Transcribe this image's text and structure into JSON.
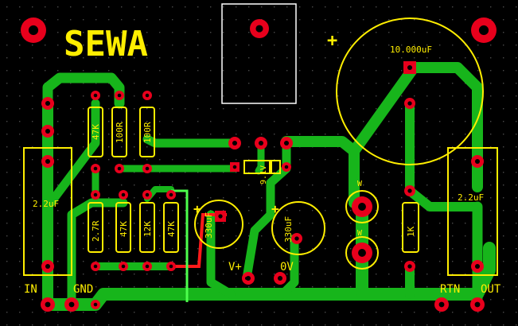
{
  "board": {
    "title": "SEWA",
    "colors": {
      "background": "#000000",
      "grid_dot": "#4a4a4a",
      "trace": "#17b51b",
      "trace_dark": "#0c6d10",
      "silkscreen": "#ffee00",
      "pad": "#e8001c",
      "pad_hole": "#000000",
      "wire_red": "#ff1a1a",
      "wire_green": "#4dff4d",
      "component_outline": "#ffffff"
    }
  },
  "labels": {
    "in": "IN",
    "gnd": "GND",
    "rtn": "RTN",
    "out": "OUT",
    "v_plus": "V+",
    "zero_v": "0V",
    "plus_big": "+",
    "plus_c1": "+",
    "plus_c2": "+"
  },
  "components": {
    "c_in": "2.2uF",
    "c_out": "2.2uF",
    "c_bulk": "10.000uF",
    "r1": "47K",
    "r2": "100R",
    "r3": "100R",
    "r4": "2.7R",
    "r5": "47K",
    "r6": "12K",
    "r7": "47K",
    "r8": "1K",
    "c1": "330uF",
    "c2": "330uF",
    "zener": "9.1V",
    "w1": "W",
    "w2": "W"
  }
}
